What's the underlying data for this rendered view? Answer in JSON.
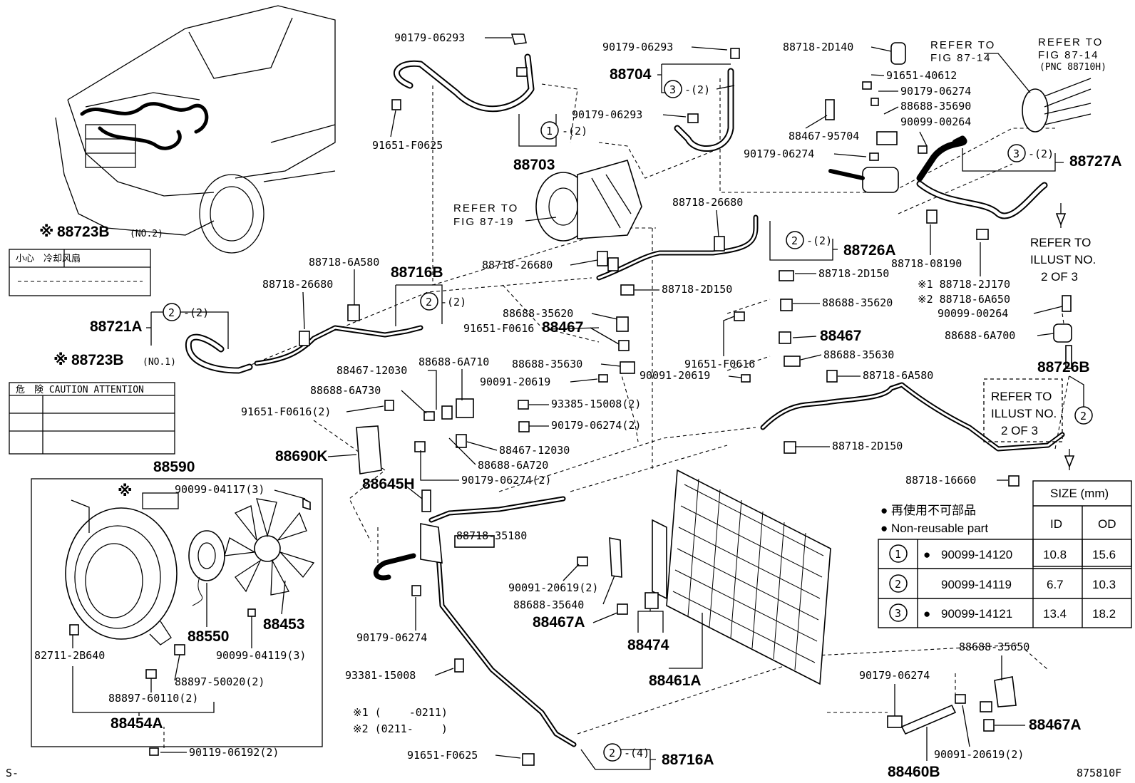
{
  "footer": {
    "left": "S-",
    "right": "875810F"
  },
  "note_marks": {
    "n1": "※1 (　　 -0211)",
    "n2": "※2 (0211-　　 )"
  },
  "asterisk": "※",
  "warn_labels": {
    "no2": {
      "part": "88723B",
      "suffix": "(NO.2)",
      "text": "小心　冷却风扇"
    },
    "no1": {
      "part": "88723B",
      "suffix": "(NO.1)",
      "text": "危　険 CAUTION ATTENTION"
    }
  },
  "refs": {
    "fig_87_19": [
      "REFER TO",
      "FIG 87-19"
    ],
    "fig_87_14a": [
      "REFER TO",
      "FIG 87-14"
    ],
    "fig_87_14b": [
      "REFER TO",
      "FIG 87-14",
      "(PNC 88710H)"
    ],
    "illust_a": [
      "REFER TO",
      "ILLUST NO.",
      "2 OF 3"
    ],
    "illust_b": [
      "REFER TO",
      "ILLUST NO.",
      "2 OF 3"
    ]
  },
  "labels": {
    "p90179_06293_a": "90179-06293",
    "p91651_F0625_a": "91651-F0625",
    "p88703": "88703",
    "p90179_06293_b": "90179-06293",
    "p88704": "88704",
    "p90179_06293_c": "90179-06293",
    "p88718_2D140": "88718-2D140",
    "p91651_40612": "91651-40612",
    "p90179_06274_a": "90179-06274",
    "p88688_35690": "88688-35690",
    "p90099_00264_a": "90099-00264",
    "p88467_95704": "88467-95704",
    "p90179_06274_b": "90179-06274",
    "p88727A": "88727A",
    "p88718_26680_a": "88718-26680",
    "p88726A": "88726A",
    "p88718_08190": "88718-08190",
    "p88718_2J170": "※1 88718-2J170",
    "p88718_6A650": "※2 88718-6A650",
    "p90099_00264_b": "90099-00264",
    "p88688_6A700": "88688-6A700",
    "p88726B": "88726B",
    "p88718_6A580_a": "88718-6A580",
    "p88716B": "88716B",
    "p88718_26680_b": "88718-26680",
    "p88718_26680_c": "88718-26680",
    "p88721A": "88721A",
    "p88718_2D150_a": "88718-2D150",
    "p88718_2D150_b": "88718-2D150",
    "p88688_35620_a": "88688-35620",
    "p88688_35620_b": "88688-35620",
    "p91651_F0616_a": "91651-F0616",
    "p88467_a": "88467",
    "p88467_b": "88467",
    "p88688_35630_a": "88688-35630",
    "p88688_35630_b": "88688-35630",
    "p90091_20619_a": "90091-20619",
    "p90091_20619_b": "90091-20619",
    "p91651_F0616_b": "91651-F0616",
    "p88718_6A580_b": "88718-6A580",
    "p88467_12030_a": "88467-12030",
    "p88688_6A710": "88688-6A710",
    "p88688_6A730": "88688-6A730",
    "p91651_F0616_2": "91651-F0616(2)",
    "p93385_15008_2": "93385-15008(2)",
    "p90179_06274_2a": "90179-06274(2)",
    "p88467_12030_b": "88467-12030",
    "p88688_6A720": "88688-6A720",
    "p90179_06274_2b": "90179-06274(2)",
    "p88690K": "88690K",
    "p88718_2D150_c": "88718-2D150",
    "p88718_16660": "88718-16660",
    "p88590": "88590",
    "p90099_04117_3": "90099-04117(3)",
    "p88645H": "88645H",
    "p88718_35180": "88718-35180",
    "p90091_20619_2a": "90091-20619(2)",
    "p88688_35640": "88688-35640",
    "p88467A_a": "88467A",
    "p88474": "88474",
    "p88461A": "88461A",
    "p88550": "88550",
    "p88453": "88453",
    "p90099_04119_3": "90099-04119(3)",
    "p82711_2B640": "82711-2B640",
    "p88897_50020_2": "88897-50020(2)",
    "p88897_60110_2": "88897-60110(2)",
    "p88454A": "88454A",
    "p90179_06274_c": "90179-06274",
    "p93381_15008": "93381-15008",
    "p88688_35650": "88688-35650",
    "p90179_06274_d": "90179-06274",
    "p88467A_b": "88467A",
    "p90091_20619_2b": "90091-20619(2)",
    "p88460B": "88460B",
    "p91651_F0625_b": "91651-F0625",
    "p88716A": "88716A",
    "p90119_06192_2": "90119-06192(2)"
  },
  "qty": {
    "q2": "-(2)",
    "q4": "-(4)"
  },
  "circle_nums": {
    "c1": "1",
    "c2": "2",
    "c3": "3"
  },
  "legend": {
    "jp": "● 再使用不可部品",
    "en": "● Non-reusable part",
    "size_header": "SIZE (mm)",
    "col_id": "ID",
    "col_od": "OD",
    "rows": [
      {
        "num": "1",
        "mark": "●",
        "part": "90099-14120",
        "id": "10.8",
        "od": "15.6"
      },
      {
        "num": "2",
        "mark": "",
        "part": "90099-14119",
        "id": "6.7",
        "od": "10.3"
      },
      {
        "num": "3",
        "mark": "●",
        "part": "90099-14121",
        "id": "13.4",
        "od": "18.2"
      }
    ]
  }
}
